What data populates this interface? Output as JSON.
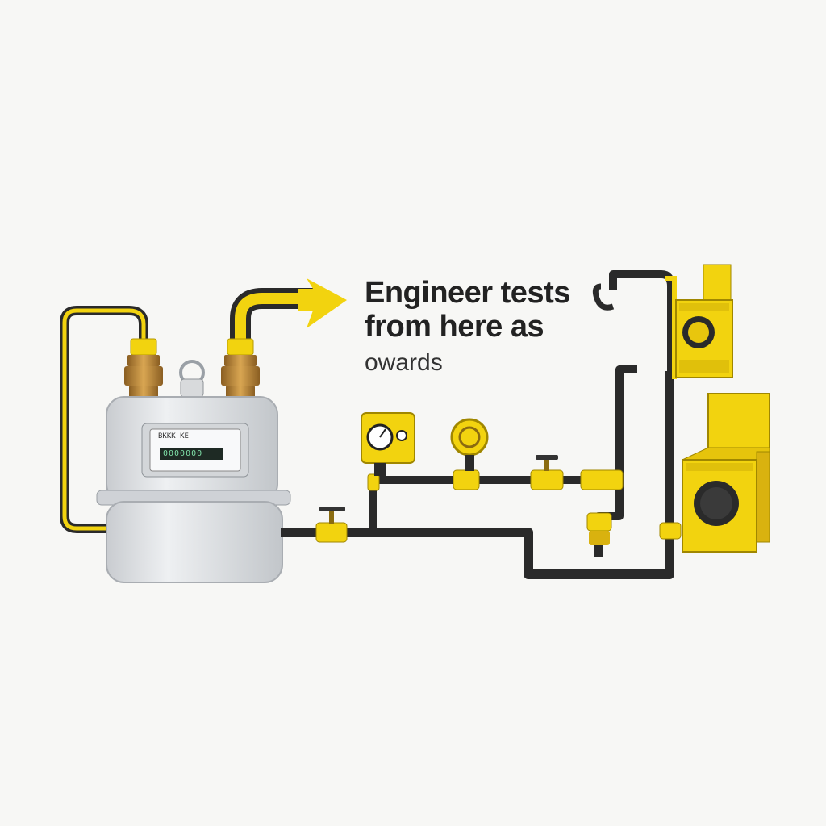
{
  "caption": {
    "line1": "Engineer tests",
    "line2": "from here as",
    "line3": "owards"
  },
  "meter": {
    "plate_text": "BKKK KE",
    "digits": "0000000"
  },
  "colors": {
    "accent_yellow": "#f2d30f",
    "pipe_black": "#2a2a2a",
    "brass": "#b98a3a",
    "meter_body": "#e4e6e8",
    "background": "#f7f7f5"
  },
  "icons": {
    "arrow": "arrow-right-icon",
    "gauge": "pressure-gauge-icon",
    "valve": "valve-icon",
    "appliance": "washing-machine-icon"
  }
}
